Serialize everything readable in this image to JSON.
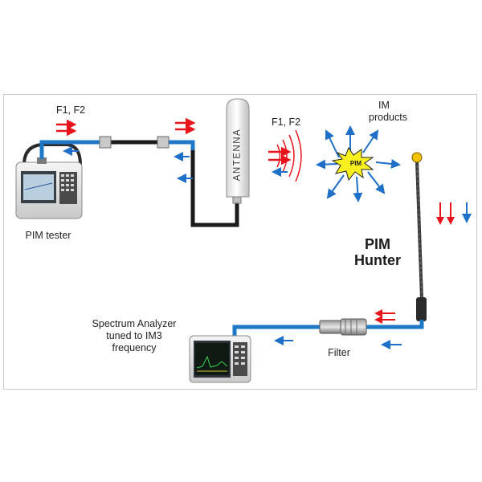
{
  "labels": {
    "f1f2_top": "F1, F2",
    "f1f2_antenna": "F1, F2",
    "antenna": "ANTENNA",
    "im_products_1": "IM",
    "im_products_2": "products",
    "pim_burst": "PIM",
    "pim_tester": "PIM tester",
    "pim_hunter_1": "PIM",
    "pim_hunter_2": "Hunter",
    "spectrum_1": "Spectrum Analyzer",
    "spectrum_2": "tuned to IM3",
    "spectrum_3": "frequency",
    "filter": "Filter"
  },
  "colors": {
    "forward_signal": "#e8141b",
    "return_signal": "#1e6fc8",
    "cable_blue": "#1e78c8",
    "cable_black": "#1a1a1a",
    "burst_fill": "#f7f01e",
    "probe_tip": "#f2c200"
  }
}
